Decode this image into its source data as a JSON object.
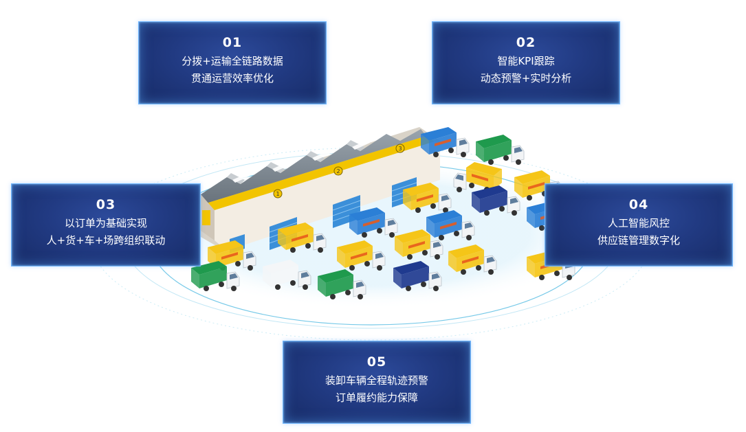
{
  "cards": [
    {
      "num": "01",
      "line1": "分拨+运输全链路数据",
      "line2": "贯通运营效率优化"
    },
    {
      "num": "02",
      "line1": "智能KPI跟踪",
      "line2": "动态预警+实时分析"
    },
    {
      "num": "03",
      "line1": "以订单为基础实现",
      "line2": "人+货+车+场跨组织联动"
    },
    {
      "num": "04",
      "line1": "人工智能风控",
      "line2": "供应链管理数字化"
    },
    {
      "num": "05",
      "line1": "装卸车辆全程轨迹预警",
      "line2": "订单履约能力保障"
    }
  ],
  "illustration": {
    "dock_numbers": [
      "1",
      "2",
      "3"
    ],
    "colors": {
      "card_bg": "#213a82",
      "card_border": "#6fb6ff",
      "yellow_truck": "#f5c518",
      "blue_truck": "#2b7fd6",
      "navy_truck": "#1f3a8f",
      "green_truck": "#1f9a4d",
      "roof": "#7b8691",
      "wall": "#f1ece4",
      "dock_door": "#3b8fd9"
    }
  }
}
